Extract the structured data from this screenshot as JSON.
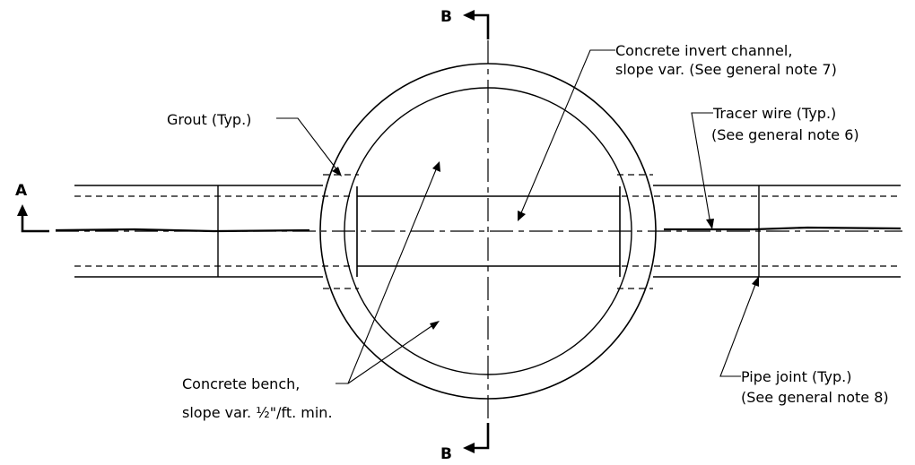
{
  "section_markers": {
    "a_label": "A",
    "b_top_label": "B",
    "b_bottom_label": "B"
  },
  "callouts": {
    "grout": "Grout (Typ.)",
    "invert_channel_line1": "Concrete invert channel,",
    "invert_channel_line2": "slope var. (See general note 7)",
    "tracer_wire_line1": "Tracer wire (Typ.)",
    "tracer_wire_line2": "(See general note 6)",
    "bench_line1": "Concrete bench,",
    "bench_line2": "slope var. ½\"/ft. min.",
    "pipe_joint_line1": "Pipe joint (Typ.)",
    "pipe_joint_line2": "(See general note 8)"
  }
}
